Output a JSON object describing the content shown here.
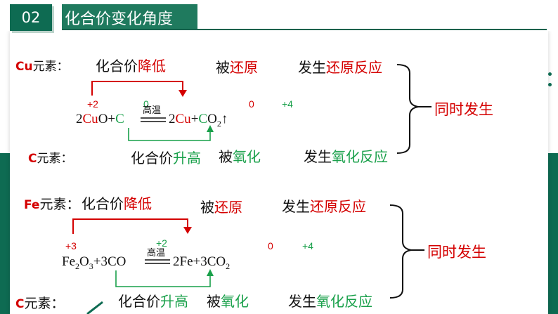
{
  "header": {
    "badge": "02",
    "title": "化合价变化角度"
  },
  "section1": {
    "cu_label_element": "Cu",
    "cu_label_suffix": "元素：",
    "cu_valence": "化合价",
    "cu_change": "降低",
    "cu_reduced_prefix": "被",
    "cu_reduced": "还原",
    "cu_reaction_prefix": "发生",
    "cu_reaction": "还原反应",
    "ox_cu_before": "+2",
    "ox_c_before": "0",
    "ox_cu_after": "0",
    "ox_c_after": "+4",
    "condition": "高温",
    "eq_coef1": "2",
    "eq_cu": "Cu",
    "eq_o1": "O+",
    "eq_c": "C",
    "eq_coef2": "2",
    "eq_cu2": "Cu",
    "eq_plus": "+",
    "eq_c2": "C",
    "eq_o2": "O",
    "eq_sub2": "2",
    "eq_up": "↑",
    "c_label_element": "C",
    "c_label_suffix": "元素：",
    "c_valence": "化合价",
    "c_change": "升高",
    "c_oxidized_prefix": "被",
    "c_oxidized": "氧化",
    "c_reaction_prefix": "发生",
    "c_reaction": "氧化反应",
    "simultaneous": "同时发生"
  },
  "section2": {
    "fe_label_element": "Fe",
    "fe_label_suffix": "元素：",
    "fe_valence": "化合价",
    "fe_change": "降低",
    "fe_reduced_prefix": "被",
    "fe_reduced": "还原",
    "fe_reaction_prefix": "发生",
    "fe_reaction": "还原反应",
    "ox_fe_before": "+3",
    "ox_c_before": "+2",
    "ox_fe_after": "0",
    "ox_c_after": "+4",
    "condition": "高温",
    "eq_left": "Fe",
    "eq_sub_a": "2",
    "eq_o": "O",
    "eq_sub_b": "3",
    "eq_left_rest": "+3CO",
    "eq_right": "2Fe+3CO",
    "eq_sub_c": "2",
    "c_label_element": "C",
    "c_label_suffix": "元素：",
    "c_valence": "化合价",
    "c_change": "升高",
    "c_oxidized_prefix": "被",
    "c_oxidized": "氧化",
    "c_reaction_prefix": "发生",
    "c_reaction": "氧化反应",
    "simultaneous": "同时发生"
  },
  "colors": {
    "brand_green": "#0e6b52",
    "accent_red": "#d40000",
    "accent_green": "#19a04a"
  }
}
